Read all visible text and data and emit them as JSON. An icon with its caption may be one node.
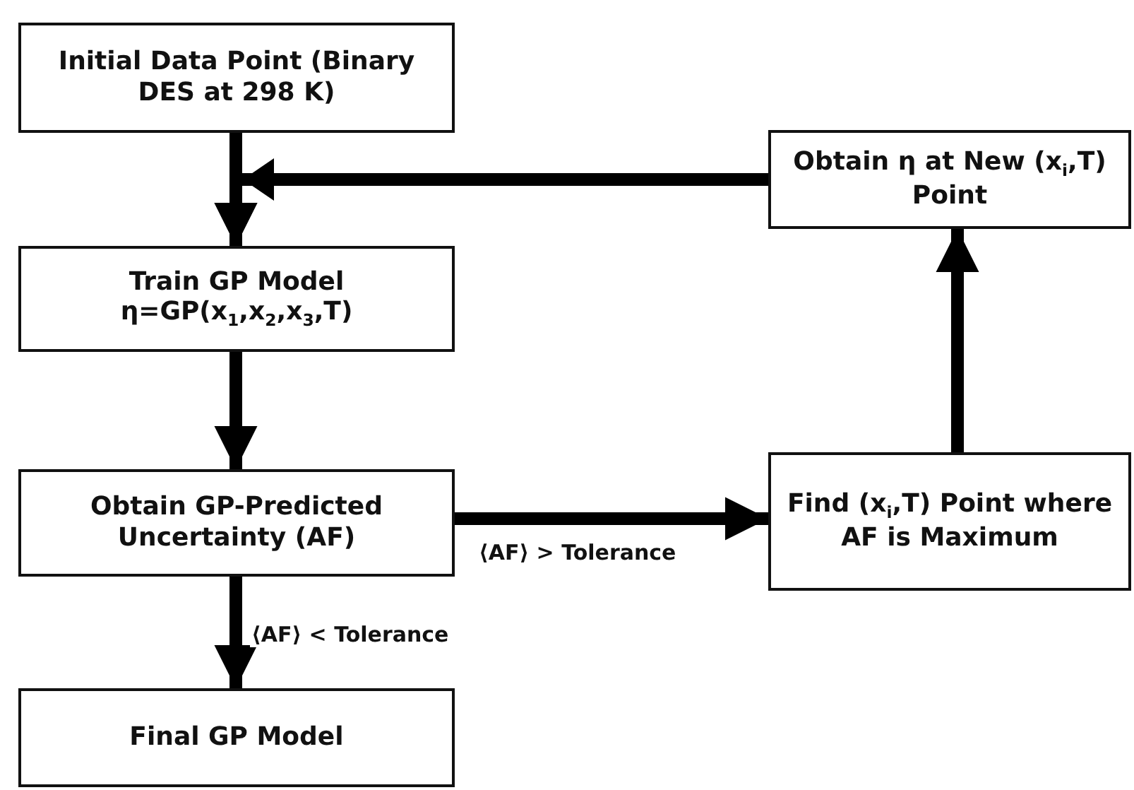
{
  "diagram": {
    "nodes": [
      {
        "text": [
          "Initial Data Point (Binary DES at 298 K)"
        ]
      },
      {
        "text": [
          "Train GP Model",
          "η=GP(x$_{1}$,x$_{2}$,x$_{3}$,T)"
        ]
      },
      {
        "text": [
          "Obtain GP-Predicted Uncertainty (AF)"
        ]
      },
      {
        "text": [
          "Final GP Model"
        ]
      },
      {
        "text": [
          "Find (x$_{i}$,T) Point where AF is Maximum"
        ]
      },
      {
        "text": [
          "Obtain η at New (x$_{i}$,T) Point"
        ]
      }
    ],
    "edges": [
      {
        "from": 0,
        "to": 1,
        "arrow": "to"
      },
      {
        "from": 1,
        "to": 2,
        "arrow": "to"
      },
      {
        "from": 2,
        "to": 3,
        "arrow": "to",
        "label": "⟨AF⟩ < Tolerance"
      },
      {
        "from": 2,
        "to": 4,
        "arrow": "to",
        "label": "⟨AF⟩ > Tolerance"
      },
      {
        "from": 4,
        "to": 5,
        "arrow": "to"
      },
      {
        "from": 5,
        "to": 1,
        "arrow": "to"
      }
    ]
  }
}
